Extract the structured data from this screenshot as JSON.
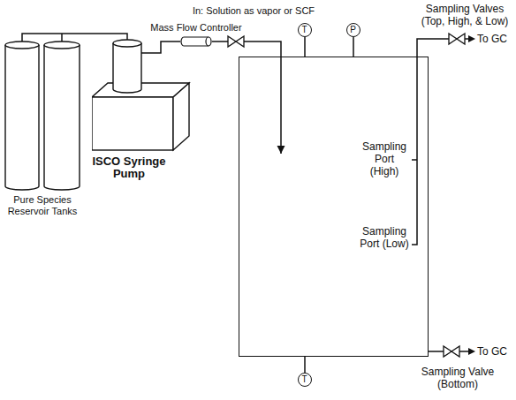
{
  "diagram": {
    "nodes": [
      {
        "text": [
          "Pure Species Reservoir Tanks"
        ]
      },
      {
        "text": [
          "ISCO Syringe Pump"
        ]
      },
      {
        "text": [
          "Mass Flow Controller"
        ]
      },
      {
        "text": [
          "Sampling Port (High)",
          "Sampling Port (Low)"
        ]
      },
      {
        "text": [
          "T"
        ]
      },
      {
        "text": [
          "P"
        ]
      },
      {
        "text": [
          "T"
        ]
      }
    ],
    "edges": [
      {
        "from": 0,
        "to": 1,
        "arrow": "none"
      },
      {
        "from": 1,
        "to": 2,
        "arrow": "none"
      },
      {
        "from": 2,
        "to": 3,
        "arrow": "to"
      },
      {
        "from": 4,
        "to": 3,
        "arrow": "none"
      },
      {
        "from": 5,
        "to": 3,
        "arrow": "none"
      },
      {
        "from": 6,
        "to": 3,
        "arrow": "none"
      }
    ],
    "labels": [
      "In: Solution as vapor or SCF",
      "Sampling Valves (Top, High, & Low)",
      "To GC",
      "To GC",
      "Sampling Valve (Bottom)"
    ]
  }
}
